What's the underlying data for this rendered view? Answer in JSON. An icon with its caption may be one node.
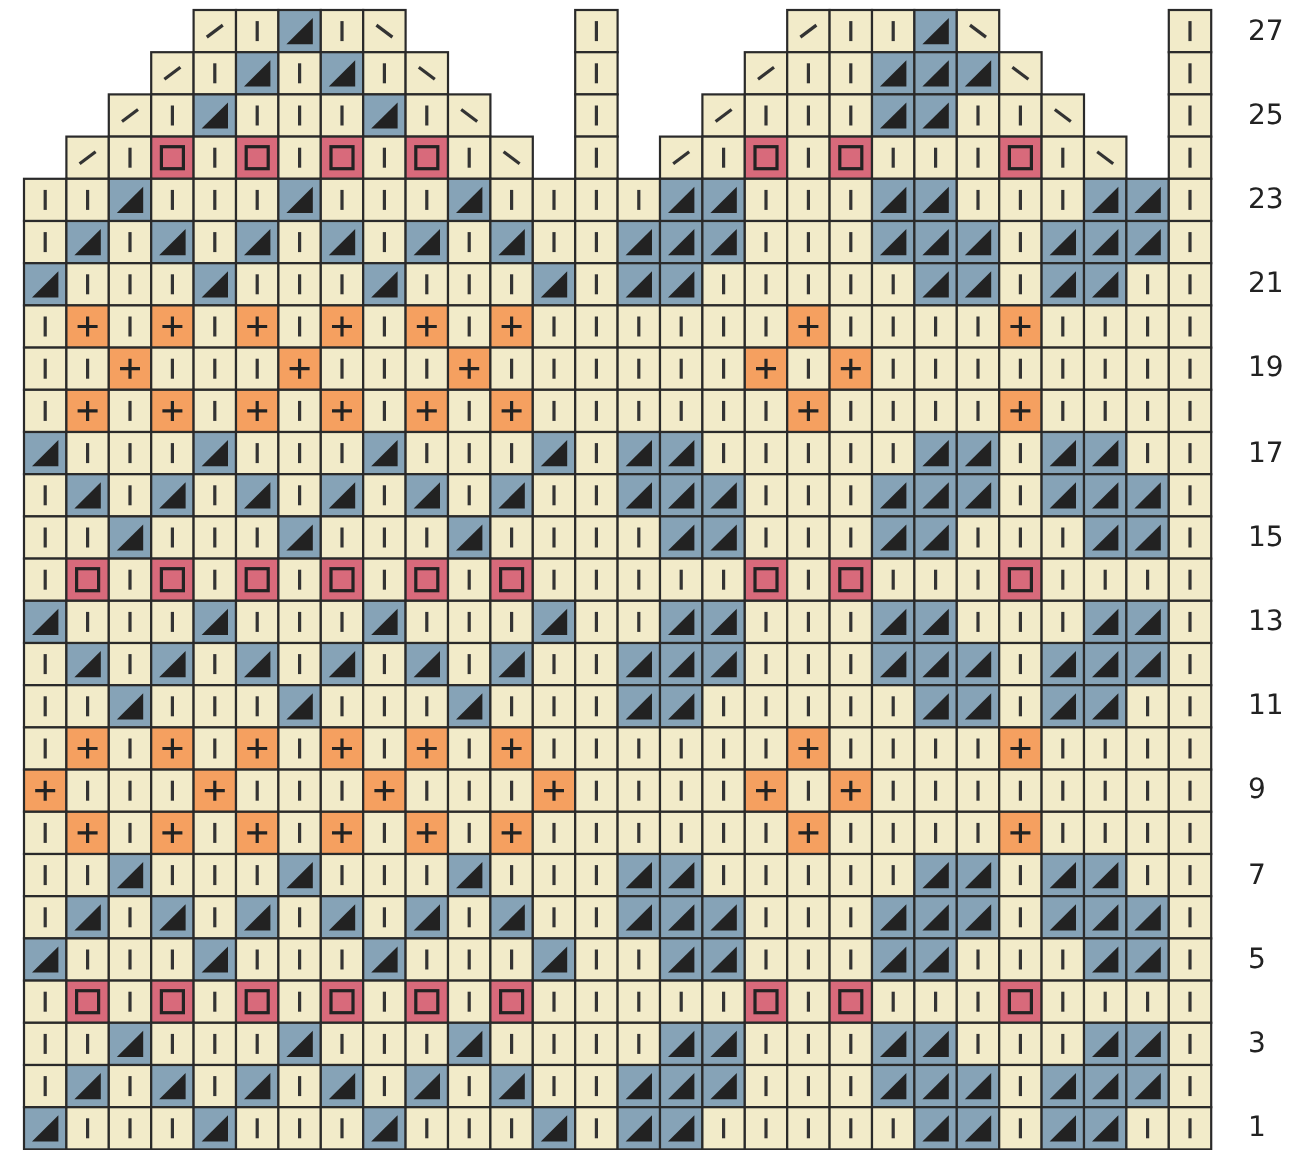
{
  "diagram": {
    "labels": [
      "27",
      "25",
      "23",
      "21",
      "19",
      "17",
      "15",
      "13",
      "11",
      "9",
      "7",
      "5",
      "3",
      "1"
    ]
  }
}
